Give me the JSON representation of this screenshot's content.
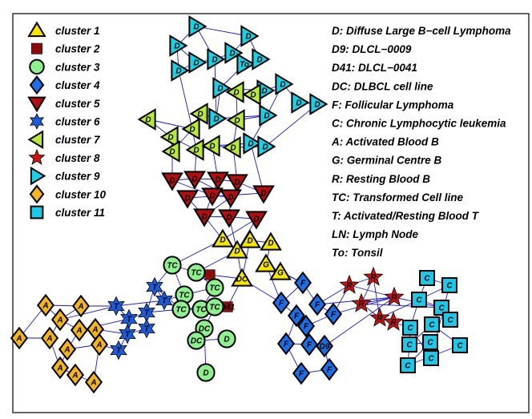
{
  "colors": {
    "edge": "#1a1acc",
    "frame": "#000000",
    "cluster_fill": {
      "1": "#f5e600",
      "2": "#8b0b0b",
      "3": "#8ef08e",
      "4": "#1c6ee6",
      "5": "#b01010",
      "6": "#1c5ad8",
      "7": "#b8e83a",
      "8": "#c41414",
      "9": "#1ad2e6",
      "10": "#f2b51e",
      "11": "#1ec8e6"
    }
  },
  "legend": {
    "clusters": [
      {
        "id": "1",
        "label": "cluster 1",
        "shape": "triangle-up"
      },
      {
        "id": "2",
        "label": "cluster 2",
        "shape": "square-small"
      },
      {
        "id": "3",
        "label": "cluster 3",
        "shape": "circle"
      },
      {
        "id": "4",
        "label": "cluster 4",
        "shape": "diamond"
      },
      {
        "id": "5",
        "label": "cluster 5",
        "shape": "triangle-down"
      },
      {
        "id": "6",
        "label": "cluster 6",
        "shape": "star6"
      },
      {
        "id": "7",
        "label": "cluster 7",
        "shape": "triangle-left"
      },
      {
        "id": "8",
        "label": "cluster 8",
        "shape": "star5"
      },
      {
        "id": "9",
        "label": "cluster 9",
        "shape": "triangle-right"
      },
      {
        "id": "10",
        "label": "cluster 10",
        "shape": "diamond"
      },
      {
        "id": "11",
        "label": "cluster 11",
        "shape": "square"
      }
    ],
    "abbreviations": [
      "D: Diffuse Large B−cell Lymphoma",
      "D9: DLCL−0009",
      "D41: DLCL−0041",
      "DC: DLBCL cell line",
      "F: Follicular Lymphoma",
      "C: Chronic Lymphocytic leukemia",
      "A: Activated Blood B",
      "G: Germinal Centre B",
      "R: Resting Blood B",
      "TC: Transformed Cell line",
      "T: Activated/Resting Blood T",
      "LN: Lymph Node",
      "To: Tonsil"
    ]
  },
  "nodes": [
    {
      "c": "9",
      "label": "D"
    },
    {
      "c": "9",
      "label": "D"
    },
    {
      "c": "9",
      "label": "D"
    },
    {
      "c": "9",
      "label": "D"
    },
    {
      "c": "9",
      "label": "D"
    },
    {
      "c": "9",
      "label": "To"
    },
    {
      "c": "9",
      "label": "D"
    },
    {
      "c": "9",
      "label": "D"
    },
    {
      "c": "9",
      "label": "D"
    },
    {
      "c": "9",
      "label": "D"
    },
    {
      "c": "9",
      "label": "D"
    },
    {
      "c": "9",
      "label": "D"
    },
    {
      "c": "9",
      "label": "D"
    },
    {
      "c": "9",
      "label": "D"
    },
    {
      "c": "9",
      "label": "D"
    },
    {
      "c": "9",
      "label": "D"
    },
    {
      "c": "9",
      "label": "D"
    },
    {
      "c": "9",
      "label": "D"
    },
    {
      "c": "7",
      "label": "D"
    },
    {
      "c": "7",
      "label": "D"
    },
    {
      "c": "7",
      "label": "D"
    },
    {
      "c": "7",
      "label": "D"
    },
    {
      "c": "7",
      "label": "D"
    },
    {
      "c": "7",
      "label": "D"
    },
    {
      "c": "7",
      "label": "D"
    },
    {
      "c": "7",
      "label": "D"
    },
    {
      "c": "7",
      "label": "D"
    },
    {
      "c": "7",
      "label": "D"
    },
    {
      "c": "7",
      "label": "D"
    },
    {
      "c": "5",
      "label": "D"
    },
    {
      "c": "5",
      "label": "D"
    },
    {
      "c": "5",
      "label": "D"
    },
    {
      "c": "5",
      "label": "D"
    },
    {
      "c": "5",
      "label": "D"
    },
    {
      "c": "5",
      "label": "D"
    },
    {
      "c": "5",
      "label": "D"
    },
    {
      "c": "5",
      "label": "D"
    },
    {
      "c": "5",
      "label": "D"
    },
    {
      "c": "5",
      "label": "D"
    },
    {
      "c": "5",
      "label": "D"
    },
    {
      "c": "1",
      "label": "D"
    },
    {
      "c": "1",
      "label": "D"
    },
    {
      "c": "1",
      "label": "D"
    },
    {
      "c": "1",
      "label": "D"
    },
    {
      "c": "1",
      "label": "G"
    },
    {
      "c": "1",
      "label": "G"
    },
    {
      "c": "1",
      "label": "DC"
    },
    {
      "c": "2",
      "label": ""
    },
    {
      "c": "2",
      "label": "D41"
    },
    {
      "c": "3",
      "label": "TC"
    },
    {
      "c": "3",
      "label": "TC"
    },
    {
      "c": "3",
      "label": "TC"
    },
    {
      "c": "3",
      "label": "TC"
    },
    {
      "c": "3",
      "label": "TC"
    },
    {
      "c": "3",
      "label": "TC"
    },
    {
      "c": "3",
      "label": "TC"
    },
    {
      "c": "3",
      "label": "DC"
    },
    {
      "c": "3",
      "label": "DC"
    },
    {
      "c": "3",
      "label": "D"
    },
    {
      "c": "3",
      "label": "D"
    },
    {
      "c": "6",
      "label": "T"
    },
    {
      "c": "6",
      "label": "T"
    },
    {
      "c": "6",
      "label": "T"
    },
    {
      "c": "6",
      "label": "T"
    },
    {
      "c": "6",
      "label": "T"
    },
    {
      "c": "6",
      "label": "T"
    },
    {
      "c": "6",
      "label": "T"
    },
    {
      "c": "6",
      "label": "T"
    },
    {
      "c": "10",
      "label": "A"
    },
    {
      "c": "10",
      "label": "A"
    },
    {
      "c": "10",
      "label": "A"
    },
    {
      "c": "10",
      "label": "A"
    },
    {
      "c": "10",
      "label": "A"
    },
    {
      "c": "10",
      "label": "A"
    },
    {
      "c": "10",
      "label": "A"
    },
    {
      "c": "10",
      "label": "A"
    },
    {
      "c": "10",
      "label": "A"
    },
    {
      "c": "10",
      "label": "A"
    },
    {
      "c": "10",
      "label": "A"
    },
    {
      "c": "10",
      "label": "A"
    },
    {
      "c": "4",
      "label": "F"
    },
    {
      "c": "4",
      "label": "F"
    },
    {
      "c": "4",
      "label": "F"
    },
    {
      "c": "4",
      "label": "F"
    },
    {
      "c": "4",
      "label": "F"
    },
    {
      "c": "4",
      "label": "F"
    },
    {
      "c": "4",
      "label": "F"
    },
    {
      "c": "4",
      "label": "F"
    },
    {
      "c": "4",
      "label": "D9"
    },
    {
      "c": "4",
      "label": "F"
    },
    {
      "c": "4",
      "label": "F"
    },
    {
      "c": "8",
      "label": "R"
    },
    {
      "c": "8",
      "label": "R"
    },
    {
      "c": "8",
      "label": "R"
    },
    {
      "c": "8",
      "label": "R"
    },
    {
      "c": "8",
      "label": "R"
    },
    {
      "c": "8",
      "label": "R"
    },
    {
      "c": "11",
      "label": "C"
    },
    {
      "c": "11",
      "label": "C"
    },
    {
      "c": "11",
      "label": "C"
    },
    {
      "c": "11",
      "label": "C"
    },
    {
      "c": "11",
      "label": "C"
    },
    {
      "c": "11",
      "label": "C"
    },
    {
      "c": "11",
      "label": "C"
    },
    {
      "c": "11",
      "label": "C"
    },
    {
      "c": "11",
      "label": "C"
    },
    {
      "c": "11",
      "label": "C"
    },
    {
      "c": "11",
      "label": "C"
    },
    {
      "c": "11",
      "label": "C"
    }
  ]
}
